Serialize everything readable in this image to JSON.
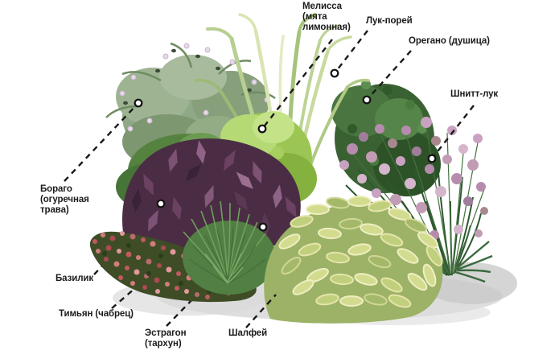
{
  "figure": {
    "type": "labeled-illustration",
    "subject": "Herb garden planting scheme with Russian plant labels",
    "labels": {
      "melissa": "Мелисса\n(мята\nлимонная)",
      "leek": "Лук-порей",
      "oregano": "Орегано (душица)",
      "chives": "Шнитт-лук",
      "borage": "Бораго\n(огуречная\nтрава)",
      "basil": "Базилик",
      "thyme": "Тимьян (чабрец)",
      "tarragon": "Эстрагон\n(тархун)",
      "sage": "Шалфей"
    },
    "colors": {
      "background": "#ffffff",
      "label_text": "#1b1b1b",
      "leader_line": "#1a1a1a",
      "marker_ring": "#111111",
      "marker_fill": "#ffffff",
      "borage": "#8fa885",
      "mid_foliage": "#55833f",
      "oregano": "#3a6132",
      "leek_grass": "#c2d89a",
      "lemon_balm": "#9cc653",
      "purple_basil": "#4a2d44",
      "chives_flower": "#c9a2c2",
      "chives_leaf": "#2f5a31",
      "thyme_mat": "#3e4d26",
      "thyme_flower": "#c05a60",
      "tarragon": "#527f43",
      "sage": "#9cb266",
      "sage_leaf": "#d3dc8e",
      "shadow": "#d0d0d0"
    }
  }
}
